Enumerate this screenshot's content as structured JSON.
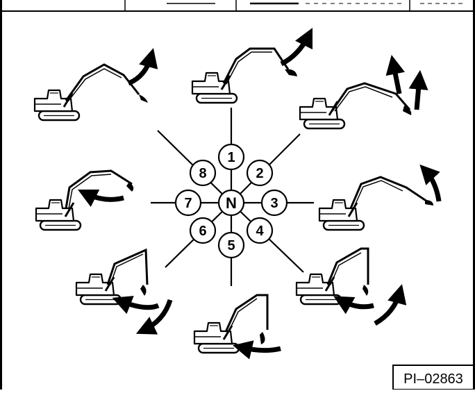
{
  "diagram": {
    "center_label": "N",
    "positions": [
      {
        "label": "1",
        "direction": "up"
      },
      {
        "label": "2",
        "direction": "up-right"
      },
      {
        "label": "3",
        "direction": "right"
      },
      {
        "label": "4",
        "direction": "down-right"
      },
      {
        "label": "5",
        "direction": "down"
      },
      {
        "label": "6",
        "direction": "down-left"
      },
      {
        "label": "7",
        "direction": "left"
      },
      {
        "label": "8",
        "direction": "up-left"
      }
    ],
    "reference_code": "PI–02863"
  }
}
